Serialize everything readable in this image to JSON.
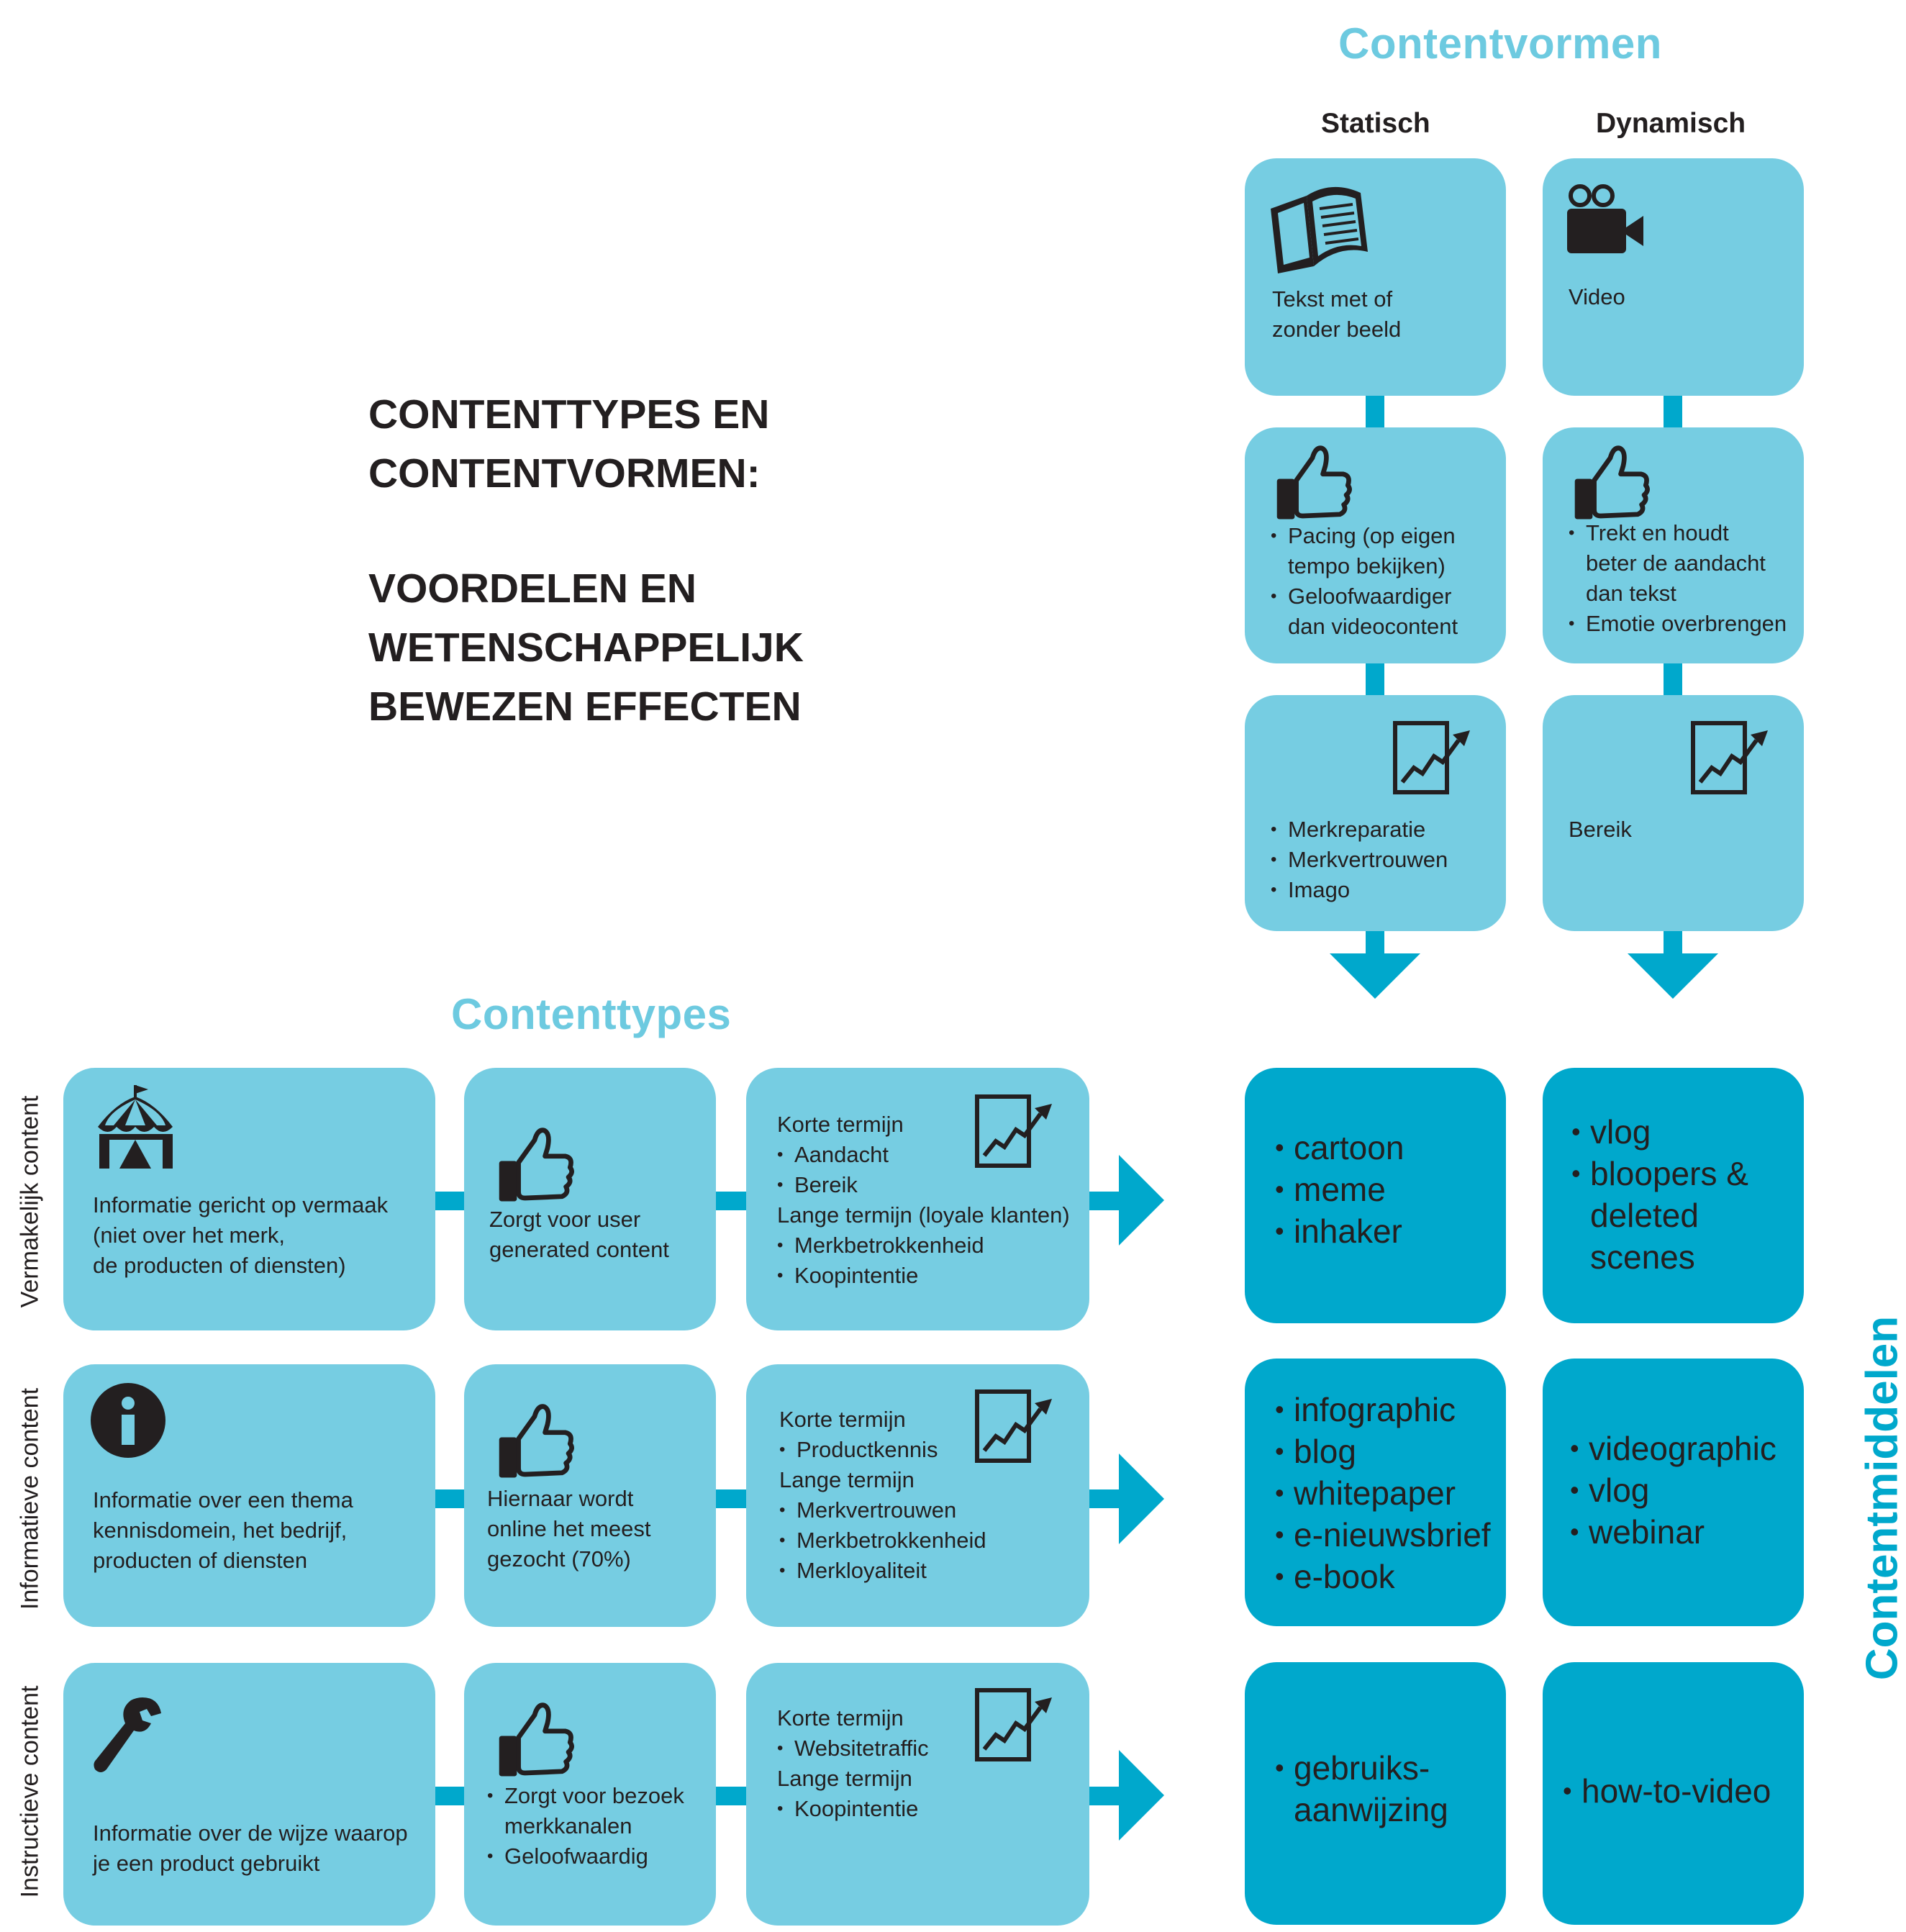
{
  "title": {
    "line1": "CONTENTTYPES EN",
    "line2": "CONTENTVORMEN:",
    "line3": "VOORDELEN EN",
    "line4": "WETENSCHAPPELIJK",
    "line5": "BEWEZEN EFFECTEN"
  },
  "contentvormen": {
    "heading": "Contentvormen",
    "columns": [
      {
        "name": "Statisch",
        "form_label": [
          "Tekst met of",
          "zonder beeld"
        ],
        "advantages": [
          "Pacing (op eigen",
          "tempo bekijken)",
          "Geloofwaardiger",
          "dan videocontent"
        ],
        "effects": [
          "Merkreparatie",
          "Merkvertrouwen",
          "Imago"
        ],
        "form_icon": "book-icon"
      },
      {
        "name": "Dynamisch",
        "form_label": [
          "Video"
        ],
        "advantages": [
          "Trekt en houdt",
          "beter de aandacht",
          "dan tekst",
          "Emotie overbrengen"
        ],
        "effects": [
          "Bereik"
        ],
        "form_icon": "video-camera-icon"
      }
    ]
  },
  "contenttypes": {
    "heading": "Contenttypes",
    "rows": [
      {
        "label": "Vermakelijk content",
        "icon": "circus-tent-icon",
        "info": [
          "Informatie gericht op vermaak",
          "(niet over het merk,",
          "de producten of diensten)"
        ],
        "advantage": [
          "Zorgt voor user",
          "generated content"
        ],
        "effects": {
          "short_label": "Korte termijn",
          "short_items": [
            "Aandacht",
            "Bereik"
          ],
          "long_label": "Lange termijn (loyale klanten)",
          "long_items": [
            "Merkbetrokkenheid",
            "Koopintentie"
          ]
        }
      },
      {
        "label": "Informatieve content",
        "icon": "info-icon",
        "info": [
          "Informatie over een thema",
          "kennisdomein, het bedrijf,",
          "producten of diensten"
        ],
        "advantage": [
          "Hiernaar wordt",
          "online het meest",
          "gezocht (70%)"
        ],
        "effects": {
          "short_label": "Korte termijn",
          "short_items": [
            "Productkennis"
          ],
          "long_label": "Lange termijn",
          "long_items": [
            "Merkvertrouwen",
            "Merkbetrokkenheid",
            "Merkloyaliteit"
          ]
        }
      },
      {
        "label": "Instructieve content",
        "icon": "wrench-icon",
        "info": [
          "Informatie over de wijze waarop",
          "je een product gebruikt"
        ],
        "advantage_items": [
          "Zorgt voor bezoek",
          "merkkanalen",
          "Geloofwaardig"
        ],
        "effects": {
          "short_label": "Korte termijn",
          "short_items": [
            "Websitetraffic"
          ],
          "long_label": "Lange termijn",
          "long_items": [
            "Koopintentie"
          ]
        }
      }
    ]
  },
  "contentmiddelen": {
    "label": "Contentmiddelen",
    "rows": [
      {
        "statisch": [
          "cartoon",
          "meme",
          "inhaker"
        ],
        "dynamisch": [
          "vlog",
          "bloopers &",
          "deleted",
          "scenes"
        ]
      },
      {
        "statisch": [
          "infographic",
          "blog",
          "whitepaper",
          "e-nieuwsbrief",
          "e-book"
        ],
        "dynamisch": [
          "videographic",
          "vlog",
          "webinar"
        ]
      },
      {
        "statisch": [
          "gebruiks-",
          "aanwijzing"
        ],
        "dynamisch": [
          "how-to-video"
        ]
      }
    ]
  },
  "colors": {
    "light_blue": "#76cde2",
    "dark_blue": "#00a8cc",
    "heading": "#6dcae0",
    "text": "#231f20"
  },
  "icons": [
    "book-icon",
    "video-camera-icon",
    "thumbs-up-icon",
    "growth-chart-icon",
    "circus-tent-icon",
    "info-icon",
    "wrench-icon",
    "arrow-down-icon",
    "arrow-right-icon"
  ]
}
